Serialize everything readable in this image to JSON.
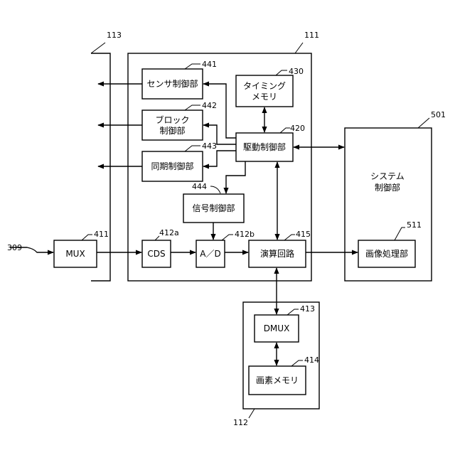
{
  "blocks": {
    "sensor_ctrl": "センサ制御部",
    "block_ctrl_1": "ブロック",
    "block_ctrl_2": "制御部",
    "sync_ctrl": "同期制御部",
    "timing_mem_1": "タイミング",
    "timing_mem_2": "メモリ",
    "drive_ctrl": "駆動制御部",
    "signal_ctrl": "信号制御部",
    "mux": "MUX",
    "cds": "CDS",
    "ad": "A／D",
    "arith": "演算回路",
    "system_ctrl_1": "システム",
    "system_ctrl_2": "制御部",
    "image_proc": "画像処理部",
    "dmux": "DMUX",
    "pixel_mem": "画素メモリ"
  },
  "refs": {
    "r113": "113",
    "r111": "111",
    "r501": "501",
    "r441": "441",
    "r430": "430",
    "r442": "442",
    "r420": "420",
    "r443": "443",
    "r444": "444",
    "r309": "309",
    "r411": "411",
    "r412a": "412a",
    "r412b": "412b",
    "r415": "415",
    "r511": "511",
    "r413": "413",
    "r414": "414",
    "r112": "112"
  }
}
